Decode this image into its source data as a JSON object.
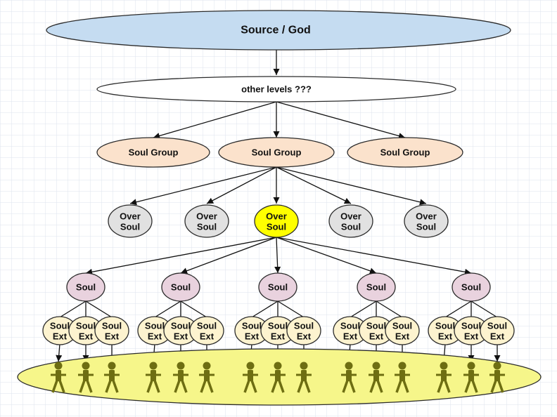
{
  "source": {
    "label": "Source / God"
  },
  "other_levels": {
    "label": "other levels ???"
  },
  "soul_groups": [
    {
      "label": "Soul Group"
    },
    {
      "label": "Soul Group"
    },
    {
      "label": "Soul Group"
    }
  ],
  "oversouls": [
    {
      "line1": "Over",
      "line2": "Soul",
      "highlighted": false
    },
    {
      "line1": "Over",
      "line2": "Soul",
      "highlighted": false
    },
    {
      "line1": "Over",
      "line2": "Soul",
      "highlighted": true
    },
    {
      "line1": "Over",
      "line2": "Soul",
      "highlighted": false
    },
    {
      "line1": "Over",
      "line2": "Soul",
      "highlighted": false
    }
  ],
  "souls": [
    {
      "label": "Soul"
    },
    {
      "label": "Soul"
    },
    {
      "label": "Soul"
    },
    {
      "label": "Soul"
    },
    {
      "label": "Soul"
    }
  ],
  "soul_extension": {
    "line1": "Soul",
    "line2": "Ext"
  },
  "colors": {
    "source_fill": "#c5dcf1",
    "other_levels_fill": "#ffffff",
    "soul_group_fill": "#fbe2cc",
    "oversoul_fill": "#e1e1e1",
    "oversoul_highlight": "#ffff00",
    "soul_fill": "#e9d2de",
    "soul_ext_fill": "#fdf3cf",
    "ground_fill": "#f6f68a",
    "figure_fill": "#6e6e12",
    "grid": "#dde3ee"
  }
}
